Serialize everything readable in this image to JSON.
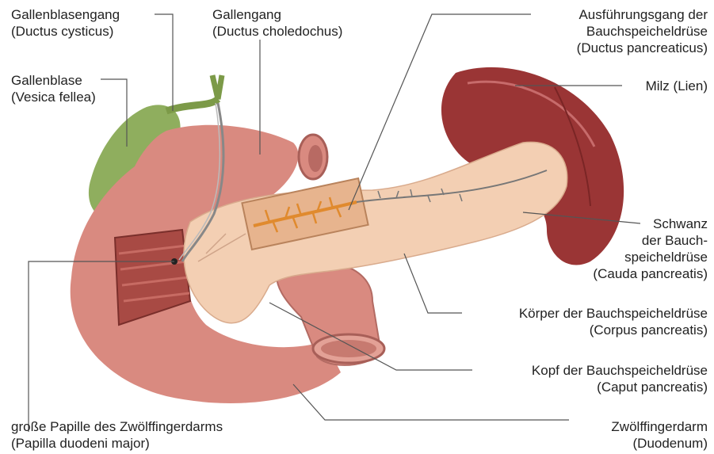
{
  "labels": {
    "gallenblasengang": "Gallenblasengang\n(Ductus cysticus)",
    "gallengang": "Gallengang\n(Ductus choledochus)",
    "gallenblase": "Gallenblase\n(Vesica fellea)",
    "ausfuehrungsgang": "Ausführungsgang der\nBauchspeicheldrüse\n(Ductus pancreaticus)",
    "milz": "Milz (Lien)",
    "schwanz": "Schwanz\nder Bauch-\nspeicheldrüse\n(Cauda pancreatis)",
    "koerper": "Körper der Bauchspeicheldrüse\n(Corpus pancreatis)",
    "kopf": "Kopf der Bauchspeicheldrüse\n(Caput pancreatis)",
    "papille": "große Papille des Zwölffingerdarms\n(Papilla duodeni major)",
    "zwoelffingerdarm": "Zwölffingerdarm\n(Duodenum)"
  },
  "colors": {
    "duodenum": "#d98a80",
    "pancreas": "#f3cfb3",
    "spleen": "#9a3535",
    "gallbladder": "#8fae5e",
    "duct_orange": "#e08a2e",
    "leader": "#555555"
  }
}
